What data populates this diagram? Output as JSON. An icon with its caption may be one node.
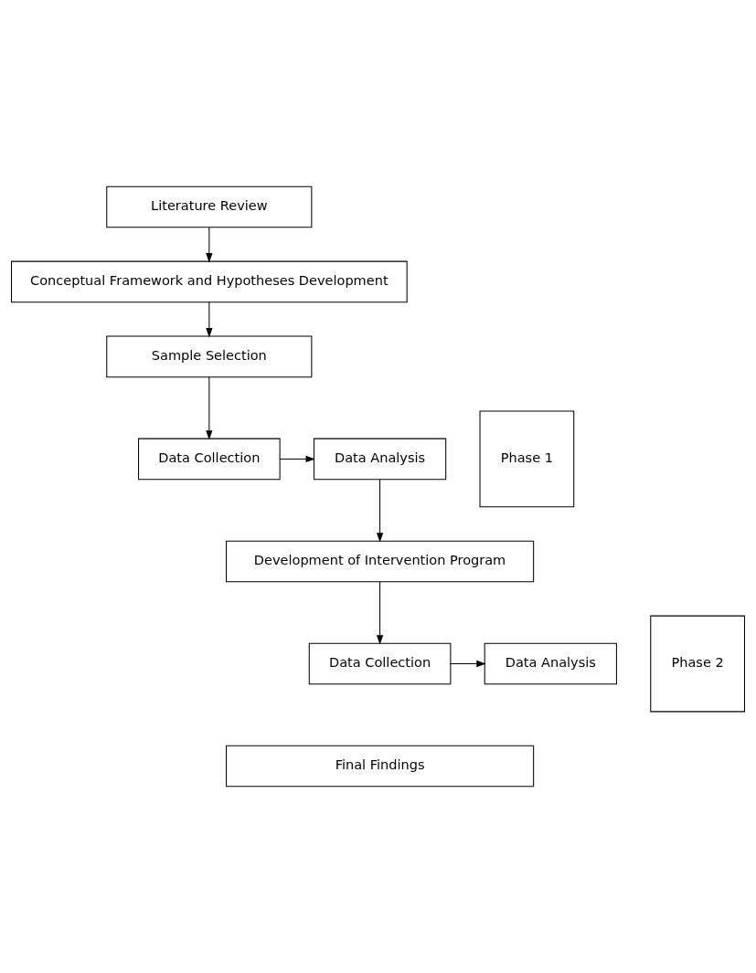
{
  "diagram": {
    "nodes": [
      {
        "text": [
          "Literature Review"
        ]
      },
      {
        "text": [
          "Conceptual Framework and Hypotheses Development"
        ]
      },
      {
        "text": [
          "Phase 1"
        ]
      },
      {
        "text": [
          "Sample Selection"
        ]
      },
      {
        "text": [
          "Data Collection"
        ]
      },
      {
        "text": [
          "Data Analysis"
        ]
      },
      {
        "text": [
          "Phase 2"
        ]
      },
      {
        "text": [
          "Development of Intervention Program"
        ]
      },
      {
        "text": [
          "Data Collection"
        ]
      },
      {
        "text": [
          "Data Analysis"
        ]
      },
      {
        "text": [
          "Final Findings"
        ]
      }
    ],
    "edges": [
      {
        "from": 0,
        "to": 1,
        "arrow": "to"
      },
      {
        "from": 1,
        "to": 3,
        "arrow": "to"
      },
      {
        "from": 3,
        "to": 4,
        "arrow": "to"
      },
      {
        "from": 4,
        "to": 5,
        "arrow": "to"
      },
      {
        "from": 5,
        "to": 7,
        "arrow": "to"
      },
      {
        "from": 7,
        "to": 8,
        "arrow": "to"
      },
      {
        "from": 8,
        "to": 9,
        "arrow": "to"
      }
    ]
  }
}
